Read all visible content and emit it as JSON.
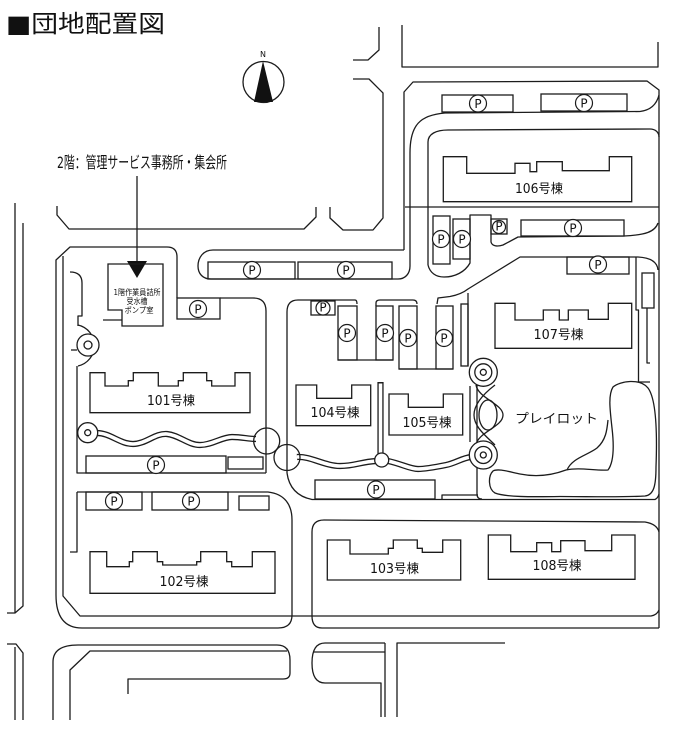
{
  "title": "■団地配置図",
  "compass": {
    "label": "N",
    "icon": "north-arrow-icon"
  },
  "annotations": {
    "second_floor": "2階：管理サービス事務所・集会所",
    "first_floor": [
      "1階作業員詰所",
      "受水槽",
      "ポンプ室"
    ]
  },
  "buildings": [
    {
      "id": "101",
      "label": "101号棟"
    },
    {
      "id": "102",
      "label": "102号棟"
    },
    {
      "id": "103",
      "label": "103号棟"
    },
    {
      "id": "104",
      "label": "104号棟"
    },
    {
      "id": "105",
      "label": "105号棟"
    },
    {
      "id": "106",
      "label": "106号棟"
    },
    {
      "id": "107",
      "label": "107号棟"
    },
    {
      "id": "108",
      "label": "108号棟"
    }
  ],
  "parking_symbol": "P",
  "play_lot": "プレイロット",
  "colors": {
    "line": "#1c1c1c",
    "background": "#ffffff"
  }
}
